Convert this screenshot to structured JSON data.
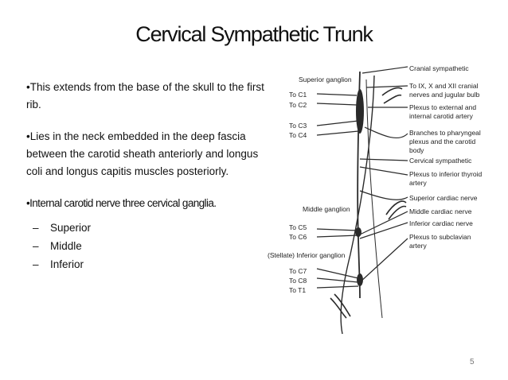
{
  "slide": {
    "title": "Cervical Sympathetic Trunk",
    "bullets": [
      "•This extends from the base of the skull to the first rib.",
      "•Lies in the neck embedded in the deep fascia between the carotid sheath anteriorly and longus coli and longus capitis muscles posteriorly.",
      "•Internal carotid nerve  three cervical ganglia."
    ],
    "sub_dash": "–",
    "sub_items": [
      "Superior",
      "Middle",
      "Inferior"
    ],
    "page_number": "5"
  },
  "diagram": {
    "left_labels": {
      "superior_ganglion": "Superior ganglion",
      "to_c1": "To C1",
      "to_c2": "To C2",
      "to_c3": "To C3",
      "to_c4": "To C4",
      "middle_ganglion": "Middle ganglion",
      "to_c5": "To C5",
      "to_c6": "To C6",
      "inferior_ganglion": "(Stellate) Inferior ganglion",
      "to_c7": "To C7",
      "to_c8": "To C8",
      "to_t1": "To T1"
    },
    "right_labels": {
      "cranial_sympathetic": "Cranial sympathetic",
      "to_ix_x_xii_1": "To IX, X and XII cranial",
      "to_ix_x_xii_2": "nerves and jugular bulb",
      "plexus_external_1": "Plexus to external and",
      "plexus_external_2": "internal carotid artery",
      "branches_pharyngeal_1": "Branches to pharyngeal",
      "branches_pharyngeal_2": "plexus and the carotid",
      "branches_pharyngeal_3": "body",
      "cervical_sympathetic": "Cervical sympathetic",
      "plexus_thyroid_1": "Plexus to inferior thyroid",
      "plexus_thyroid_2": "artery",
      "superior_cardiac": "Superior cardiac nerve",
      "middle_cardiac": "Middle cardiac nerve",
      "inferior_cardiac": "Inferior cardiac nerve",
      "plexus_subclavian_1": "Plexus to subclavian",
      "plexus_subclavian_2": "artery"
    }
  }
}
